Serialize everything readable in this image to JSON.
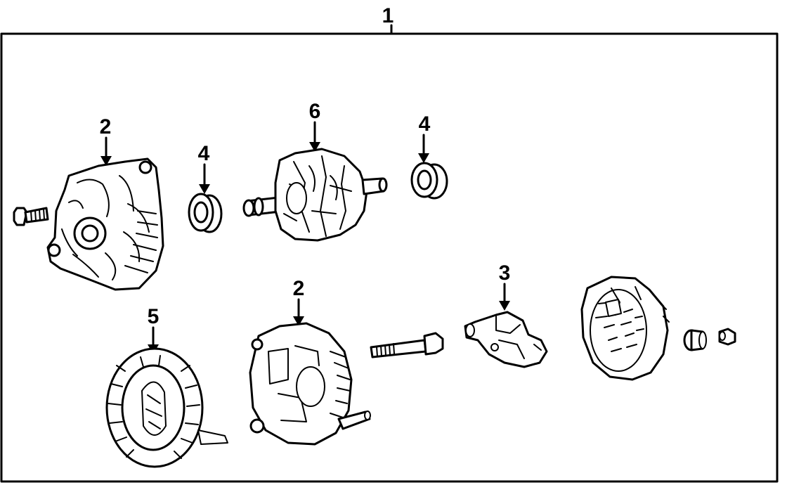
{
  "callouts": [
    {
      "id": "assembly",
      "label": "1"
    },
    {
      "id": "front-housing",
      "label": "2"
    },
    {
      "id": "front-bearing",
      "label": "4"
    },
    {
      "id": "rotor",
      "label": "6"
    },
    {
      "id": "rear-bearing",
      "label": "4"
    },
    {
      "id": "stator",
      "label": "5"
    },
    {
      "id": "rear-housing",
      "label": "2"
    },
    {
      "id": "regulator",
      "label": "3"
    }
  ],
  "colors": {
    "line": "#000000",
    "background": "#ffffff"
  }
}
